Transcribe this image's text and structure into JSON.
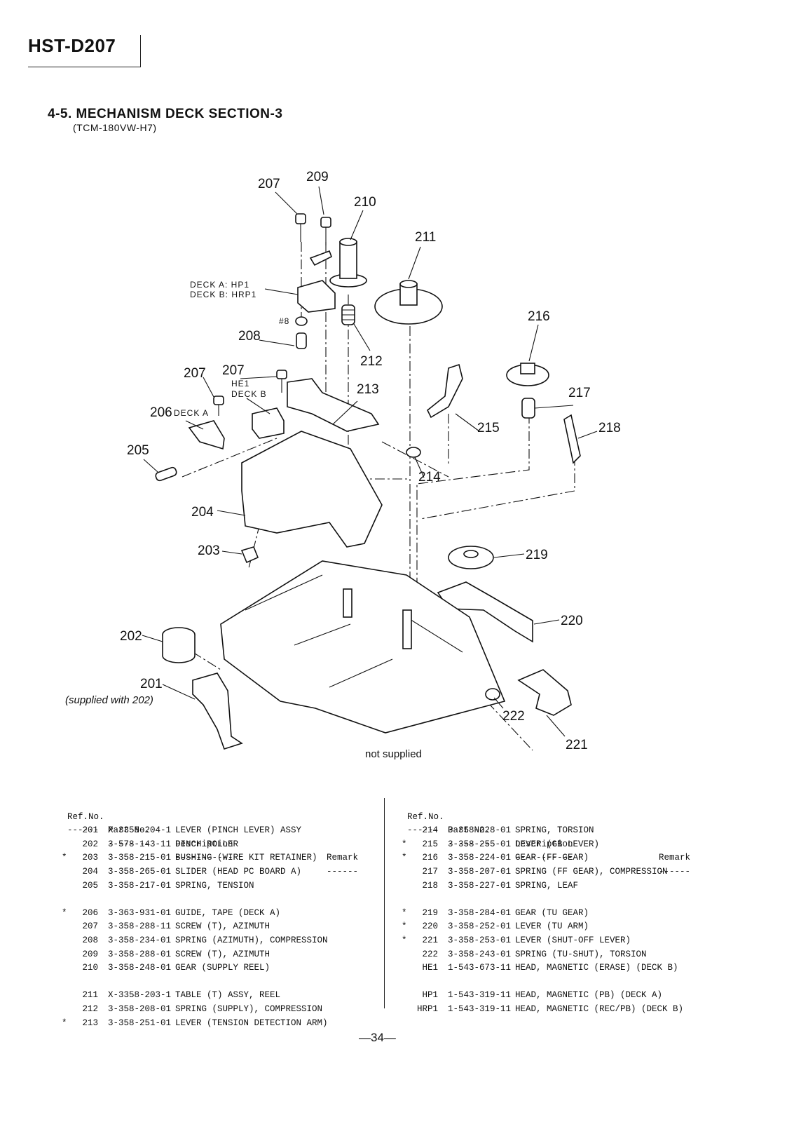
{
  "header": {
    "model": "HST-D207"
  },
  "section": {
    "title": "4-5. MECHANISM DECK SECTION-3",
    "subtitle": "(TCM-180VW-H7)"
  },
  "diagram": {
    "callouts": {
      "c207a": "207",
      "c209": "209",
      "c210": "210",
      "c211": "211",
      "hp1": "DECK A: HP1",
      "hrp1": "DECK B: HRP1",
      "c8": "#8",
      "c208": "208",
      "c212": "212",
      "c216": "216",
      "c207b": "207",
      "c207c": "207",
      "he1": "HE1",
      "deckb": "DECK B",
      "c213": "213",
      "c217": "217",
      "c206": "206",
      "decka": "DECK A",
      "c215": "215",
      "c218": "218",
      "c205": "205",
      "c214": "214",
      "c204": "204",
      "c203": "203",
      "c219": "219",
      "c220": "220",
      "c202": "202",
      "c201": "201",
      "c222": "222",
      "c221": "221"
    },
    "notes": {
      "supplied_with": "(supplied with 202)",
      "not_supplied": "not supplied"
    }
  },
  "parts_table": {
    "headers": {
      "ref": "Ref.No.",
      "part": "Part No.",
      "desc": "Description",
      "remark": "Remark"
    },
    "rule": {
      "ref": "------",
      "part": "--------",
      "desc": "-----------",
      "remark": "------"
    },
    "left": [
      {
        "star": "",
        "ref": "201",
        "part": "X-3358-204-1",
        "desc": "LEVER (PINCH LEVER) ASSY"
      },
      {
        "star": "",
        "ref": "202",
        "part": "3-578-143-11",
        "desc": "PINCH ROLLER"
      },
      {
        "star": "*",
        "ref": "203",
        "part": "3-358-215-01",
        "desc": "BUSHING (WIRE KIT RETAINER)"
      },
      {
        "star": "",
        "ref": "204",
        "part": "3-358-265-01",
        "desc": "SLIDER (HEAD PC BOARD A)"
      },
      {
        "star": "",
        "ref": "205",
        "part": "3-358-217-01",
        "desc": "SPRING, TENSION"
      },
      {
        "star": "*",
        "ref": "206",
        "part": "3-363-931-01",
        "desc": "GUIDE, TAPE (DECK A)"
      },
      {
        "star": "",
        "ref": "207",
        "part": "3-358-288-11",
        "desc": "SCREW (T), AZIMUTH"
      },
      {
        "star": "",
        "ref": "208",
        "part": "3-358-234-01",
        "desc": "SPRING (AZIMUTH), COMPRESSION"
      },
      {
        "star": "",
        "ref": "209",
        "part": "3-358-288-01",
        "desc": "SCREW (T), AZIMUTH"
      },
      {
        "star": "",
        "ref": "210",
        "part": "3-358-248-01",
        "desc": "GEAR (SUPPLY REEL)"
      },
      {
        "star": "",
        "ref": "211",
        "part": "X-3358-203-1",
        "desc": "TABLE (T) ASSY, REEL"
      },
      {
        "star": "",
        "ref": "212",
        "part": "3-358-208-01",
        "desc": "SPRING (SUPPLY), COMPRESSION"
      },
      {
        "star": "*",
        "ref": "213",
        "part": "3-358-251-01",
        "desc": "LEVER (TENSION DETECTION ARM)"
      }
    ],
    "right": [
      {
        "star": "",
        "ref": "214",
        "part": "3-358-228-01",
        "desc": "SPRING, TORSION"
      },
      {
        "star": "*",
        "ref": "215",
        "part": "3-358-255-01",
        "desc": "LEVER (GB LEVER)"
      },
      {
        "star": "*",
        "ref": "216",
        "part": "3-358-224-01",
        "desc": "GEAR (FF GEAR)"
      },
      {
        "star": "",
        "ref": "217",
        "part": "3-358-207-01",
        "desc": "SPRING (FF GEAR), COMPRESSION"
      },
      {
        "star": "",
        "ref": "218",
        "part": "3-358-227-01",
        "desc": "SPRING, LEAF"
      },
      {
        "star": "*",
        "ref": "219",
        "part": "3-358-284-01",
        "desc": "GEAR (TU GEAR)"
      },
      {
        "star": "*",
        "ref": "220",
        "part": "3-358-252-01",
        "desc": "LEVER (TU ARM)"
      },
      {
        "star": "*",
        "ref": "221",
        "part": "3-358-253-01",
        "desc": "LEVER (SHUT-OFF LEVER)"
      },
      {
        "star": "",
        "ref": "222",
        "part": "3-358-243-01",
        "desc": "SPRING (TU-SHUT), TORSION"
      },
      {
        "star": "",
        "ref": "HE1",
        "part": "1-543-673-11",
        "desc": "HEAD, MAGNETIC (ERASE) (DECK B)"
      },
      {
        "star": "",
        "ref": "HP1",
        "part": "1-543-319-11",
        "desc": "HEAD, MAGNETIC (PB) (DECK A)"
      },
      {
        "star": "",
        "ref": "HRP1",
        "part": "1-543-319-11",
        "desc": "HEAD, MAGNETIC (REC/PB) (DECK B)"
      }
    ]
  },
  "footer": {
    "page": "—34—"
  }
}
